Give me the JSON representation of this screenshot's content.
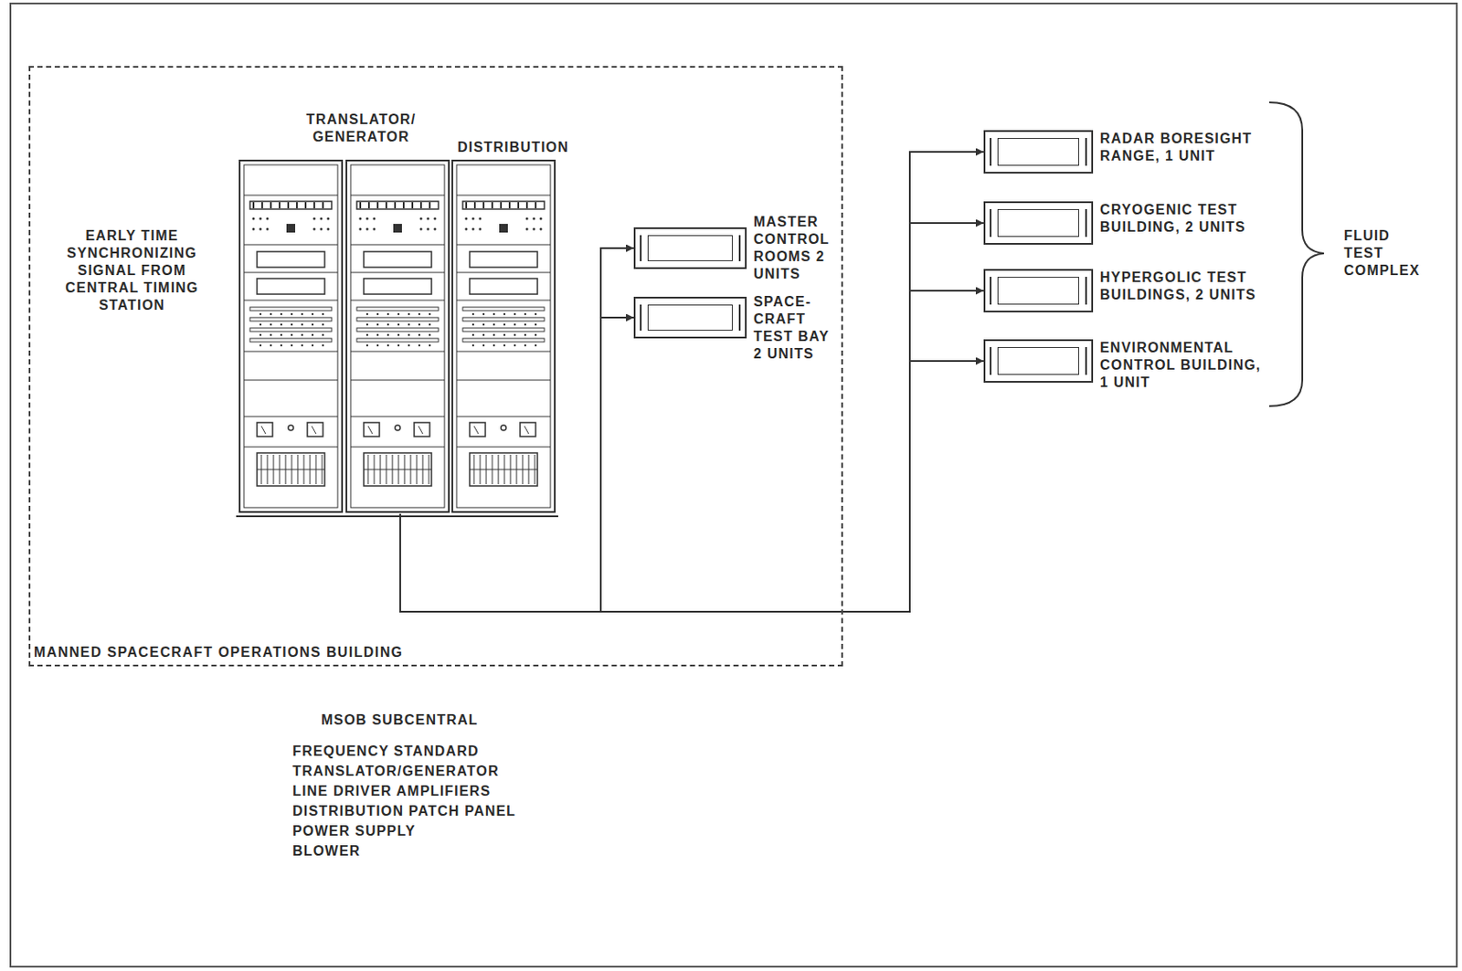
{
  "diagram": {
    "nodes": [
      {
        "text": [
          "MANNED SPACECRAFT OPERATIONS BUILDING"
        ]
      },
      {
        "text": [
          "TRANSLATOR/ GENERATOR"
        ],
        "in": 0
      },
      {
        "text": [
          "DISTRIBUTION"
        ],
        "in": 0
      },
      {
        "text": [
          "MASTER CONTROL ROOMS 2 UNITS"
        ],
        "in": 0
      },
      {
        "text": [
          "SPACE- CRAFT TEST BAY 2 UNITS"
        ],
        "in": 0
      },
      {
        "text": [
          "RADAR BORESIGHT RANGE, 1 UNIT"
        ]
      },
      {
        "text": [
          "CRYOGENIC TEST BUILDING, 2 UNITS"
        ]
      },
      {
        "text": [
          "HYPERGOLIC TEST BUILDINGS, 2 UNITS"
        ]
      },
      {
        "text": [
          "ENVIRONMENTAL CONTROL BUILDING, 1 UNIT"
        ]
      }
    ],
    "edges": [
      {
        "from": 1,
        "to": 3,
        "arrow": "to"
      },
      {
        "from": 1,
        "to": 4,
        "arrow": "to"
      },
      {
        "from": 1,
        "to": 5,
        "arrow": "to"
      },
      {
        "from": 1,
        "to": 6,
        "arrow": "to"
      },
      {
        "from": 1,
        "to": 7,
        "arrow": "to"
      },
      {
        "from": 1,
        "to": 8,
        "arrow": "to"
      }
    ],
    "labels": [
      "EARLY TIME SYNCHRONIZING SIGNAL FROM CENTRAL TIMING STATION",
      "FLUID TEST COMPLEX",
      "MSOB SUBCENTRAL",
      "FREQUENCY STANDARD",
      "TRANSLATOR/GENERATOR",
      "LINE DRIVER AMPLIFIERS",
      "DISTRIBUTION PATCH PANEL",
      "POWER SUPPLY",
      "BLOWER"
    ]
  }
}
